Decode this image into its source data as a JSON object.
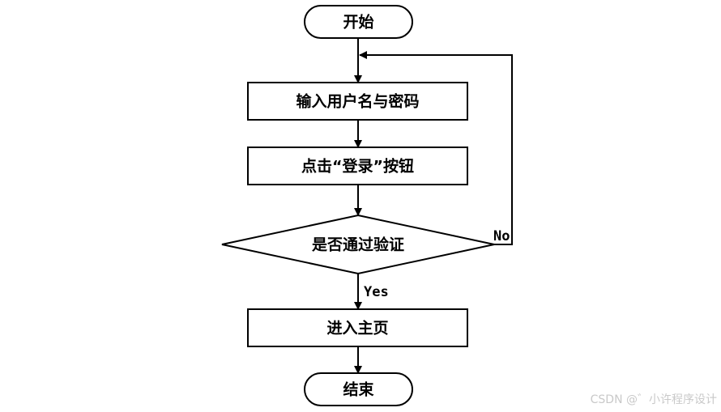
{
  "nodes": {
    "start": "开始",
    "input_credentials": "输入用户名与密码",
    "click_login": "点击“登录”按钮",
    "verify_decision": "是否通过验证",
    "enter_home": "进入主页",
    "end": "结束"
  },
  "edges": {
    "yes_label": "Yes",
    "no_label": "No"
  },
  "watermark": "CSDN @゛小许程序设计"
}
